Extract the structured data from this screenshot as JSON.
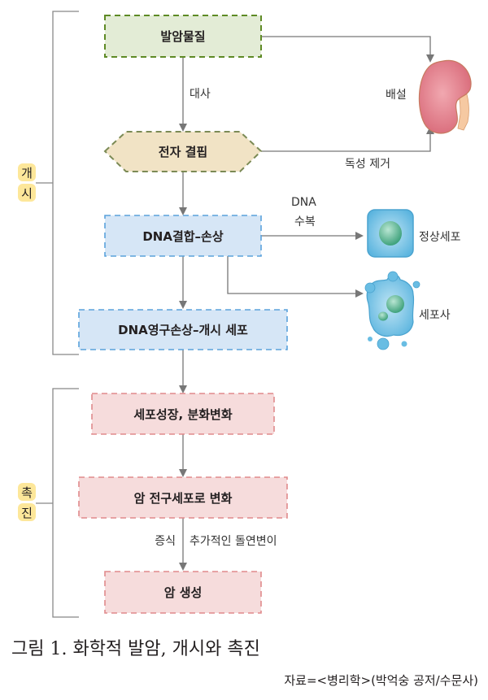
{
  "colors": {
    "initiation_fill": "#e3ecd6",
    "initiation_stroke": "#5e8a25",
    "hexagon_fill": "#f1e3c5",
    "hexagon_stroke": "#7b8a55",
    "dna_fill": "#d6e6f6",
    "dna_stroke": "#5aa2dc",
    "promotion_fill": "#f6dcdc",
    "promotion_stroke": "#e08a8c",
    "arrow": "#777777",
    "phase_badge": "#fde79a",
    "kidney": "#e07f8a",
    "cell": "#69bde3",
    "nucleus": "#5db99a"
  },
  "phases": {
    "initiation": [
      "개",
      "시"
    ],
    "promotion": [
      "촉",
      "진"
    ]
  },
  "nodes": {
    "carcinogen": "발암물질",
    "electrophile": "전자 결핍",
    "dna_binding": "DNA결합–손상",
    "dna_permanent": "DNA영구손상–개시 세포",
    "growth": "세포성장, 분화변화",
    "precursor": "암 전구세포로 변화",
    "cancer": "암 생성"
  },
  "edge_labels": {
    "metabolism": "대사",
    "excretion": "배설",
    "detox": "독성 제거",
    "dna_repair_line1": "DNA",
    "dna_repair_line2": "수복",
    "normal_cell": "정상세포",
    "cell_death": "세포사",
    "proliferation": "증식",
    "additional_mutation": "추가적인 돌연변이"
  },
  "caption": "그림 1. 화학적 발암, 개시와 촉진",
  "source": "자료=<병리학>(박억숭 공저/수문사)"
}
